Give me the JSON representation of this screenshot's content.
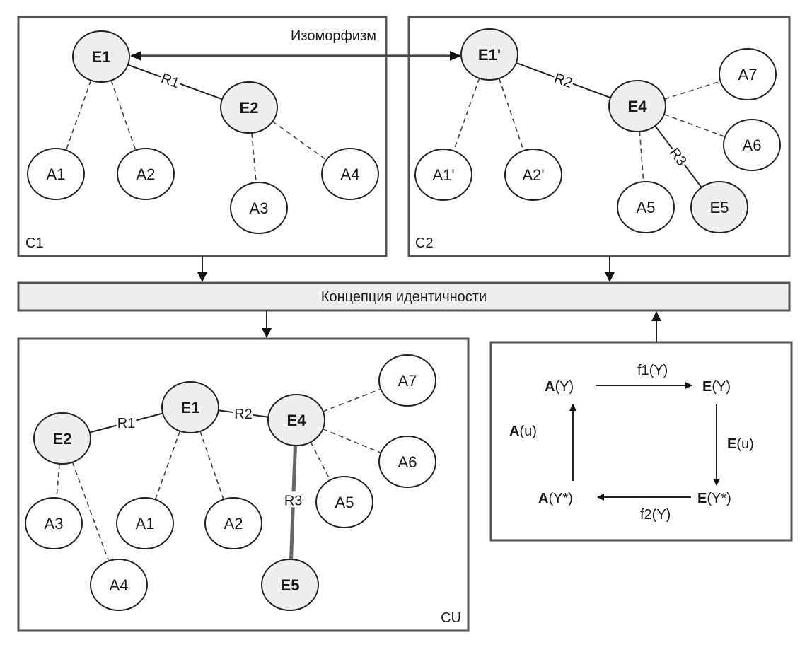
{
  "isomorphism_label": "Изоморфизм",
  "identity_concept_label": "Концепция идентичности",
  "panels": {
    "c1": {
      "label": "C1",
      "entities": [
        {
          "id": "E1",
          "label": "E1",
          "bold": true
        },
        {
          "id": "E2",
          "label": "E2",
          "bold": true
        }
      ],
      "attributes": [
        {
          "id": "A1",
          "label": "A1",
          "owner": "E1"
        },
        {
          "id": "A2",
          "label": "A2",
          "owner": "E1"
        },
        {
          "id": "A3",
          "label": "A3",
          "owner": "E2"
        },
        {
          "id": "A4",
          "label": "A4",
          "owner": "E2"
        }
      ],
      "relations": [
        {
          "id": "R1",
          "label": "R1",
          "from": "E1",
          "to": "E2"
        }
      ]
    },
    "c2": {
      "label": "C2",
      "entities": [
        {
          "id": "E1p",
          "label": "E1'",
          "bold": true
        },
        {
          "id": "E4",
          "label": "E4",
          "bold": true
        },
        {
          "id": "E5",
          "label": "E5",
          "bold": false
        }
      ],
      "attributes": [
        {
          "id": "A1p",
          "label": "A1'",
          "owner": "E1p"
        },
        {
          "id": "A2p",
          "label": "A2'",
          "owner": "E1p"
        },
        {
          "id": "A5",
          "label": "A5",
          "owner": "E4"
        },
        {
          "id": "A6",
          "label": "A6",
          "owner": "E4"
        },
        {
          "id": "A7",
          "label": "A7",
          "owner": "E4"
        }
      ],
      "relations": [
        {
          "id": "R2",
          "label": "R2",
          "from": "E1p",
          "to": "E4"
        },
        {
          "id": "R3",
          "label": "R3",
          "from": "E4",
          "to": "E5"
        }
      ]
    },
    "cu": {
      "label": "CU",
      "entities": [
        {
          "id": "E1",
          "label": "E1",
          "bold": true
        },
        {
          "id": "E2",
          "label": "E2",
          "bold": true
        },
        {
          "id": "E4",
          "label": "E4",
          "bold": true
        },
        {
          "id": "E5",
          "label": "E5",
          "bold": true
        }
      ],
      "attributes": [
        {
          "id": "A1",
          "label": "A1",
          "owner": "E1"
        },
        {
          "id": "A2",
          "label": "A2",
          "owner": "E1"
        },
        {
          "id": "A3",
          "label": "A3",
          "owner": "E2"
        },
        {
          "id": "A4",
          "label": "A4",
          "owner": "E2"
        },
        {
          "id": "A5",
          "label": "A5",
          "owner": "E4"
        },
        {
          "id": "A6",
          "label": "A6",
          "owner": "E4"
        },
        {
          "id": "A7",
          "label": "A7",
          "owner": "E4"
        }
      ],
      "relations": [
        {
          "id": "R1",
          "label": "R1",
          "from": "E2",
          "to": "E1"
        },
        {
          "id": "R2",
          "label": "R2",
          "from": "E1",
          "to": "E4"
        },
        {
          "id": "R3",
          "label": "R3",
          "from": "E4",
          "to": "E5"
        }
      ]
    }
  },
  "functor_square": {
    "top_left": {
      "head": "A",
      "arg": "(Y)"
    },
    "top_right": {
      "head": "E",
      "arg": "(Y)"
    },
    "bottom_left": {
      "head": "A",
      "arg": "(Y*)"
    },
    "bottom_right": {
      "head": "E",
      "arg": "(Y*)"
    },
    "top_arrow_label": "f1(Y)",
    "bottom_arrow_label": "f2(Y)",
    "left_arrow_label": {
      "head": "A",
      "arg": "(u)"
    },
    "right_arrow_label": {
      "head": "E",
      "arg": "(u)"
    }
  },
  "colors": {
    "entity_fill": "#eeeeee",
    "attribute_fill": "#ffffff",
    "bar_fill": "#eeeeee",
    "stroke": "#222222"
  }
}
